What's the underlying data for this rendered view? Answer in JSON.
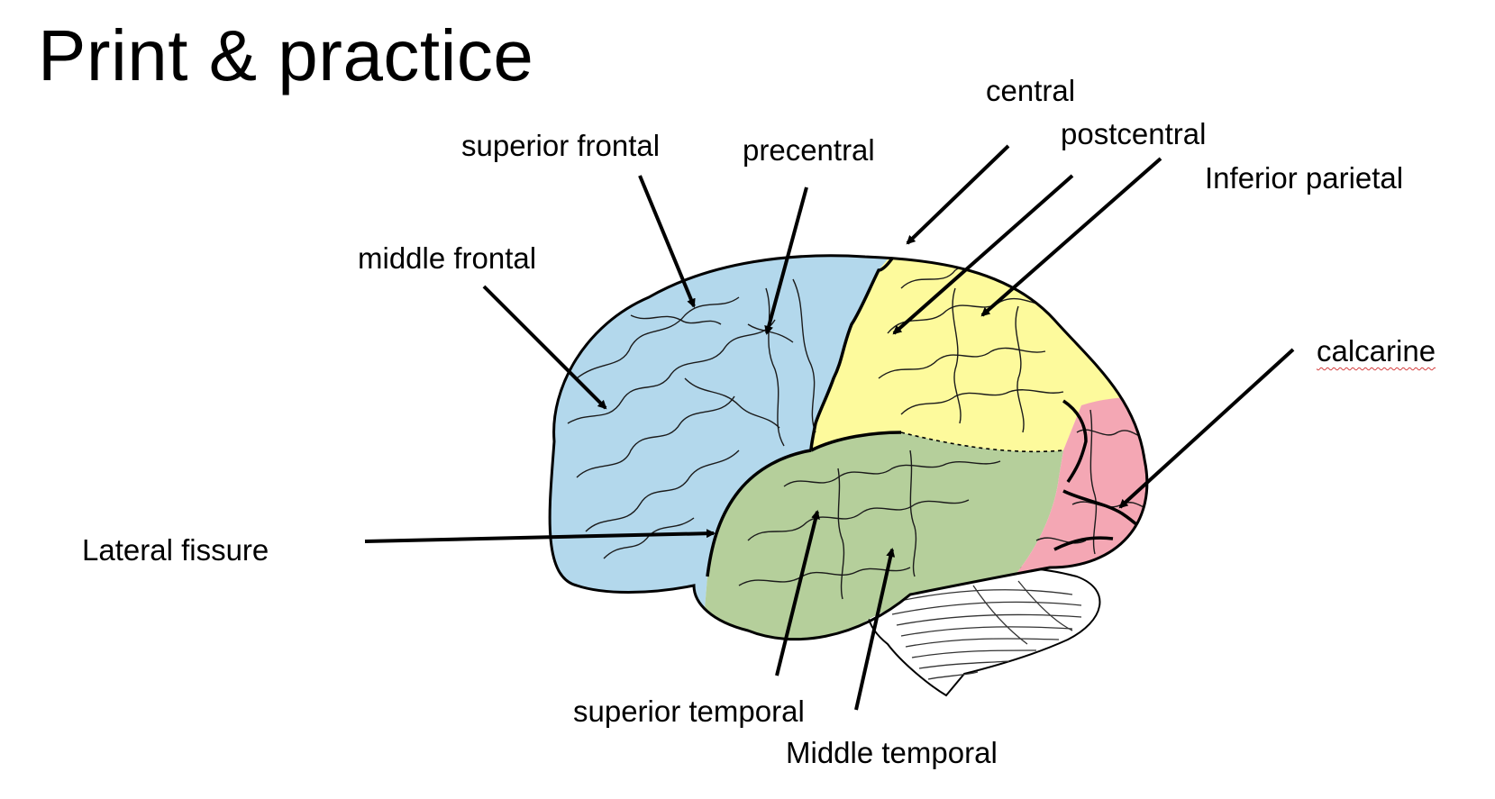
{
  "slide": {
    "title": "Print & practice"
  },
  "labels": {
    "central": "central",
    "postcentral": "postcentral",
    "inferior_parietal": "Inferior parietal",
    "superior_frontal": "superior frontal",
    "precentral": "precentral",
    "middle_frontal": "middle frontal",
    "calcarine": "calcarine",
    "lateral_fissure": "Lateral fissure",
    "superior_temporal": "superior temporal",
    "middle_temporal": "Middle temporal"
  },
  "colors": {
    "frontal_lobe": "#b3d8ec",
    "parietal_lobe": "#fdfa9c",
    "temporal_lobe": "#b5cf9b",
    "occipital_lobe": "#f4a7b4",
    "cerebellum": "#ffffff",
    "outline": "#000000",
    "spellcheck_underline": "#d43c3c"
  }
}
